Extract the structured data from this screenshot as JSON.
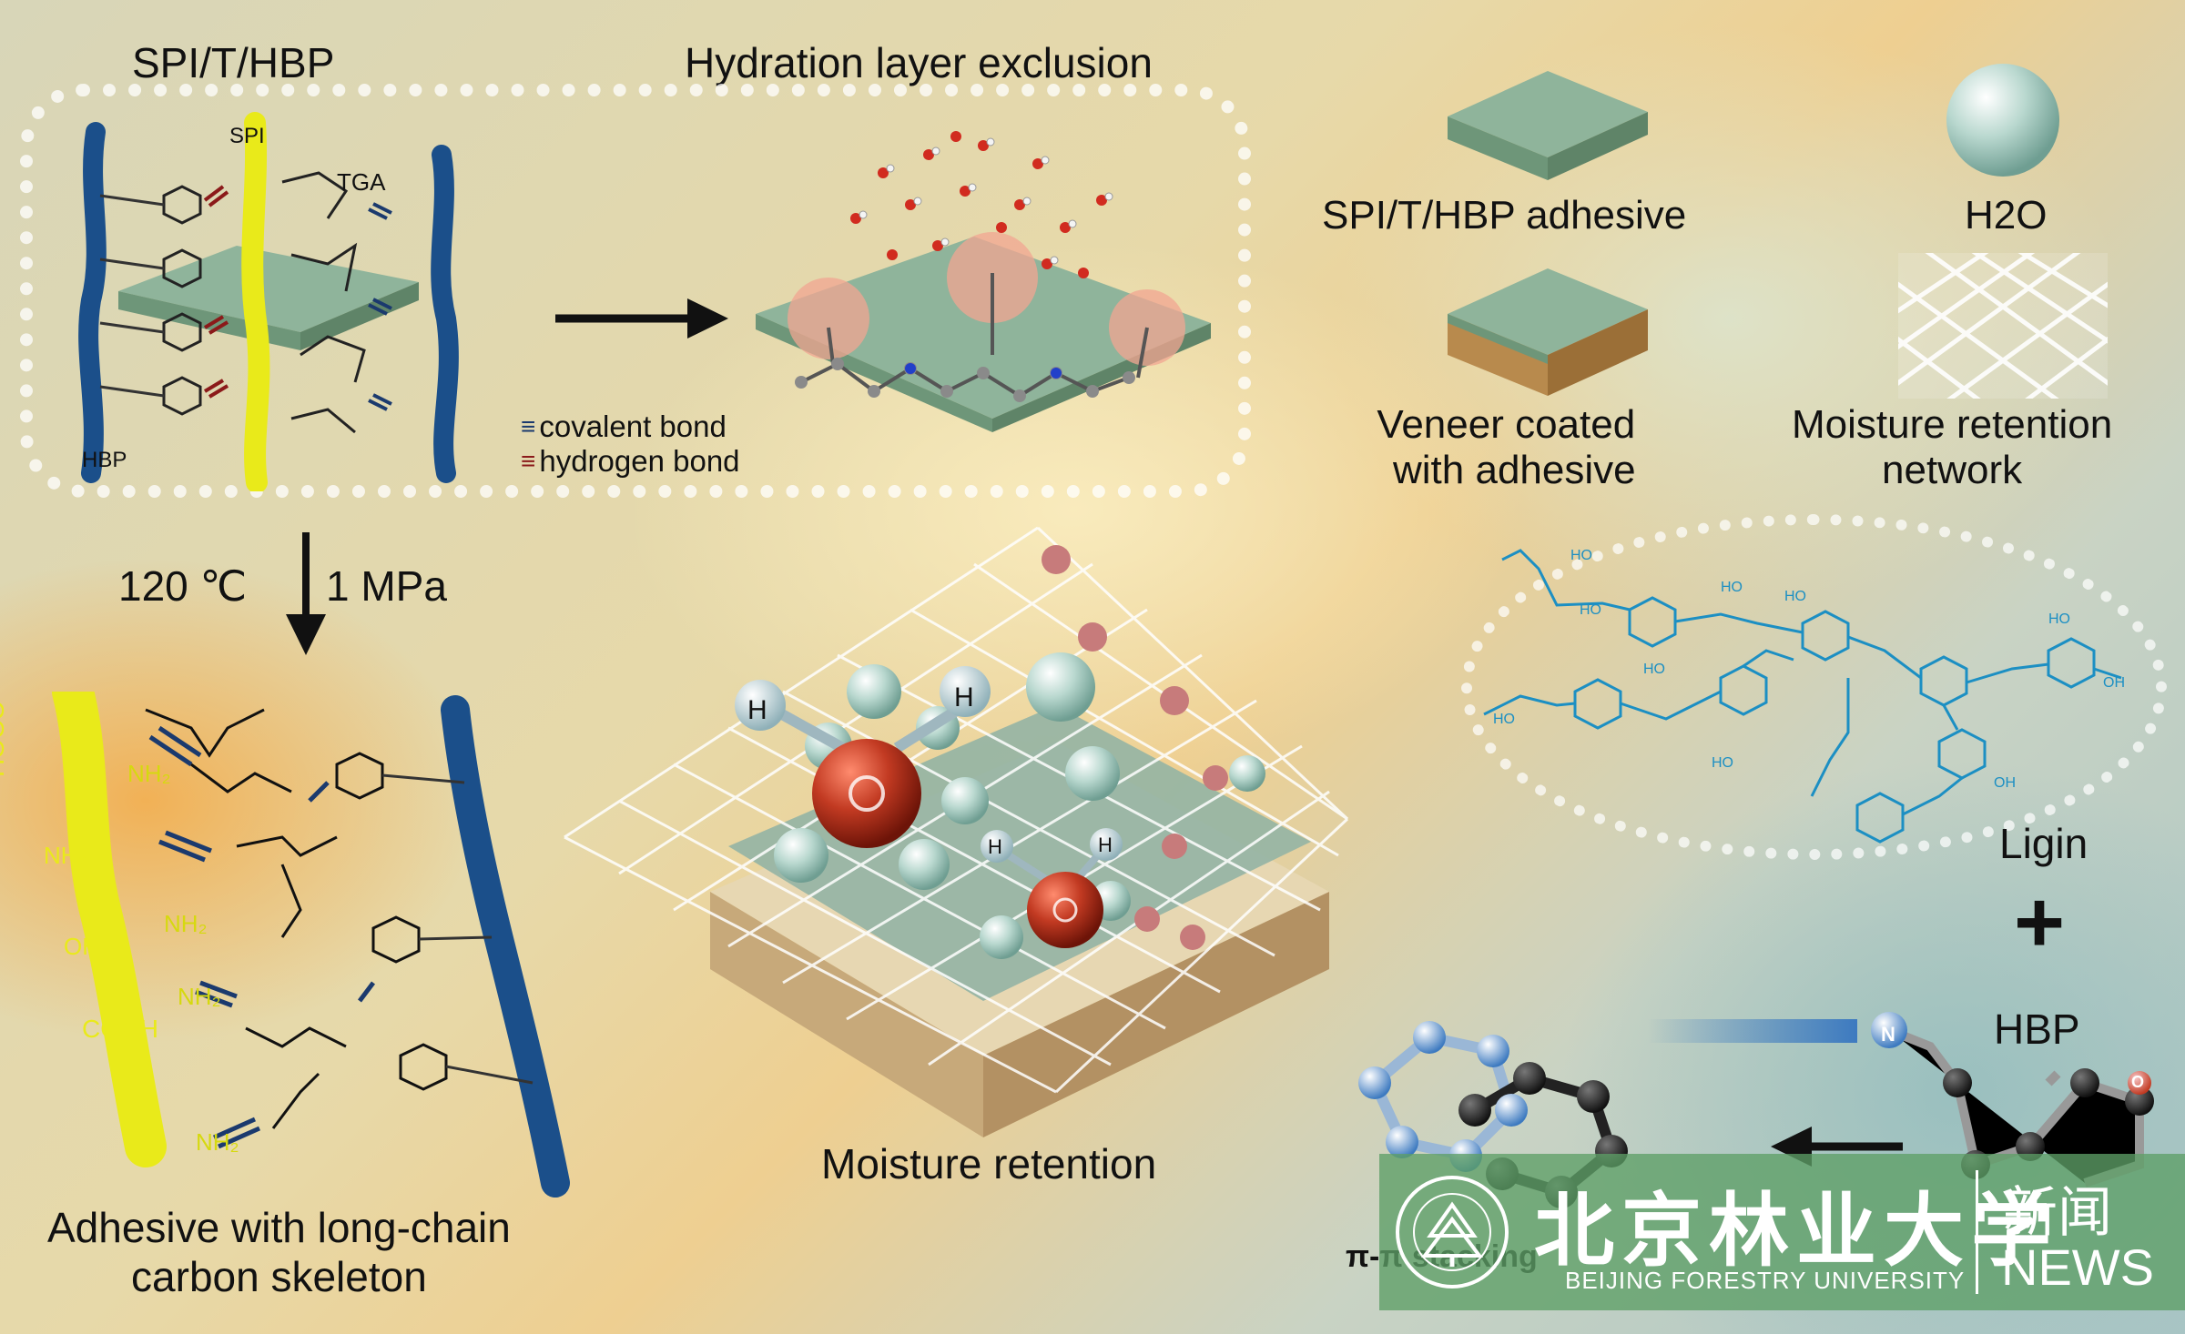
{
  "panel_top_left": {
    "title": "SPI/T/HBP",
    "labels": {
      "spi": "SPI",
      "tga": "TGA",
      "hbp": "HBP"
    },
    "legend": {
      "covalent": "covalent bond",
      "hydrogen": "hydrogen bond"
    }
  },
  "panel_top_middle": {
    "title": "Hydration layer exclusion"
  },
  "conditions": {
    "temperature": "120 ℃",
    "pressure": "1 MPa"
  },
  "panel_bottom_left": {
    "caption_line1": "Adhesive with long-chain",
    "caption_line2": "carbon skeleton",
    "groups": [
      "COOH",
      "NH₂",
      "NH₂",
      "NH₂",
      "OH",
      "NH₂",
      "COOH",
      "NH₂"
    ]
  },
  "panel_center": {
    "caption": "Moisture retention",
    "atom_label": "H"
  },
  "legend_right": {
    "adhesive": "SPI/T/HBP adhesive",
    "water": "H2O",
    "veneer_line1": "Veneer coated",
    "veneer_line2": "with adhesive",
    "network_line1": "Moisture retention",
    "network_line2": "network"
  },
  "panel_bottom_right": {
    "lignin": "Ligin",
    "plus": "+",
    "hbp": "HBP",
    "stacking": "π-π stacking",
    "n_atom": "N",
    "o_atom": "O"
  },
  "watermark": {
    "cn_name": "北京林业大学",
    "en_name": "BEIJING FORESTRY UNIVERSITY",
    "news_cn": "新闻",
    "news_en": "NEWS"
  },
  "colors": {
    "panel_green": "#8fb49b",
    "hbp_blue": "#1b4f8a",
    "spi_yellow": "#e9ea1a",
    "lignin_cyan": "#1c8fc3",
    "water_red": "#b5301f",
    "watermark_green": "#5d9f66"
  }
}
